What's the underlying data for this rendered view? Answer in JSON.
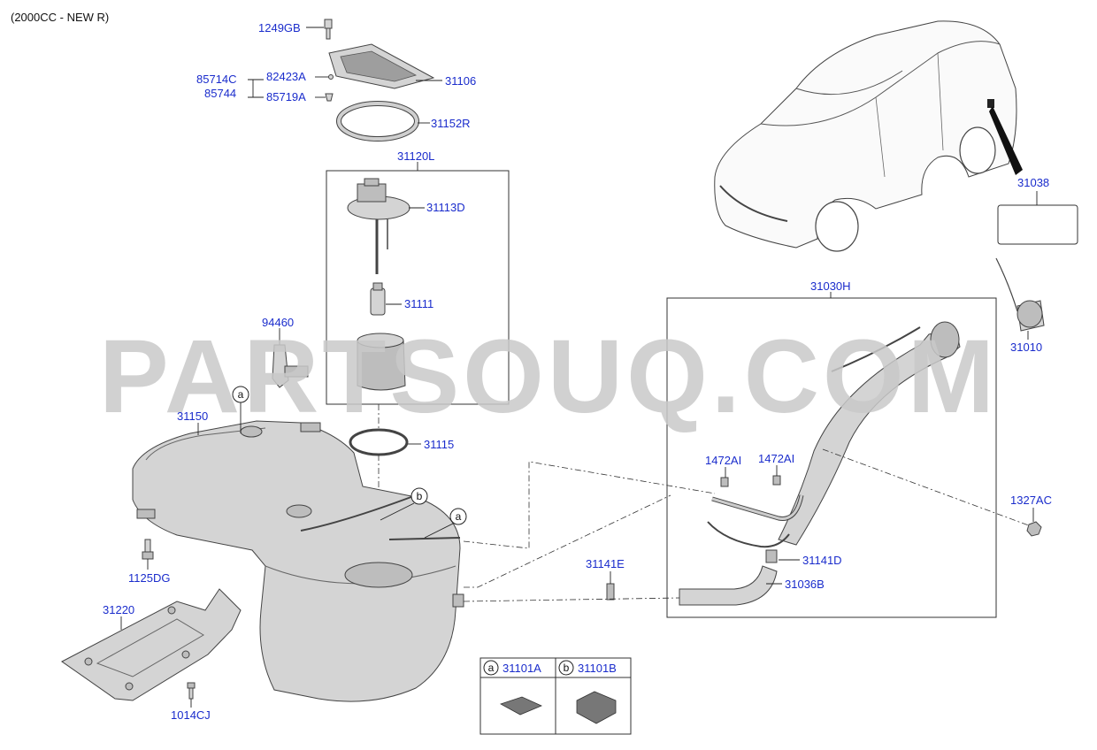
{
  "header": {
    "variant": "(2000CC - NEW R)"
  },
  "watermark": "PARTSOUQ.COM",
  "callouts": {
    "p1249GB": "1249GB",
    "p85714C": "85714C",
    "p85744": "85744",
    "p82423A": "82423A",
    "p85719A": "85719A",
    "p31106": "31106",
    "p31152R": "31152R",
    "p31120L": "31120L",
    "p31113D": "31113D",
    "p31111": "31111",
    "p94460": "94460",
    "p31150": "31150",
    "p31115": "31115",
    "p1125DG": "1125DG",
    "p31220": "31220",
    "p1014CJ": "1014CJ",
    "p31030H": "31030H",
    "p1472AI_a": "1472AI",
    "p1472AI_b": "1472AI",
    "p31141D": "31141D",
    "p31141E": "31141E",
    "p31036B": "31036B",
    "p31038": "31038",
    "p31010": "31010",
    "p1327AC": "1327AC"
  },
  "markers": {
    "a": "a",
    "b": "b"
  },
  "legend": {
    "a_letter": "a",
    "a_part": "31101A",
    "b_letter": "b",
    "b_part": "31101B"
  }
}
